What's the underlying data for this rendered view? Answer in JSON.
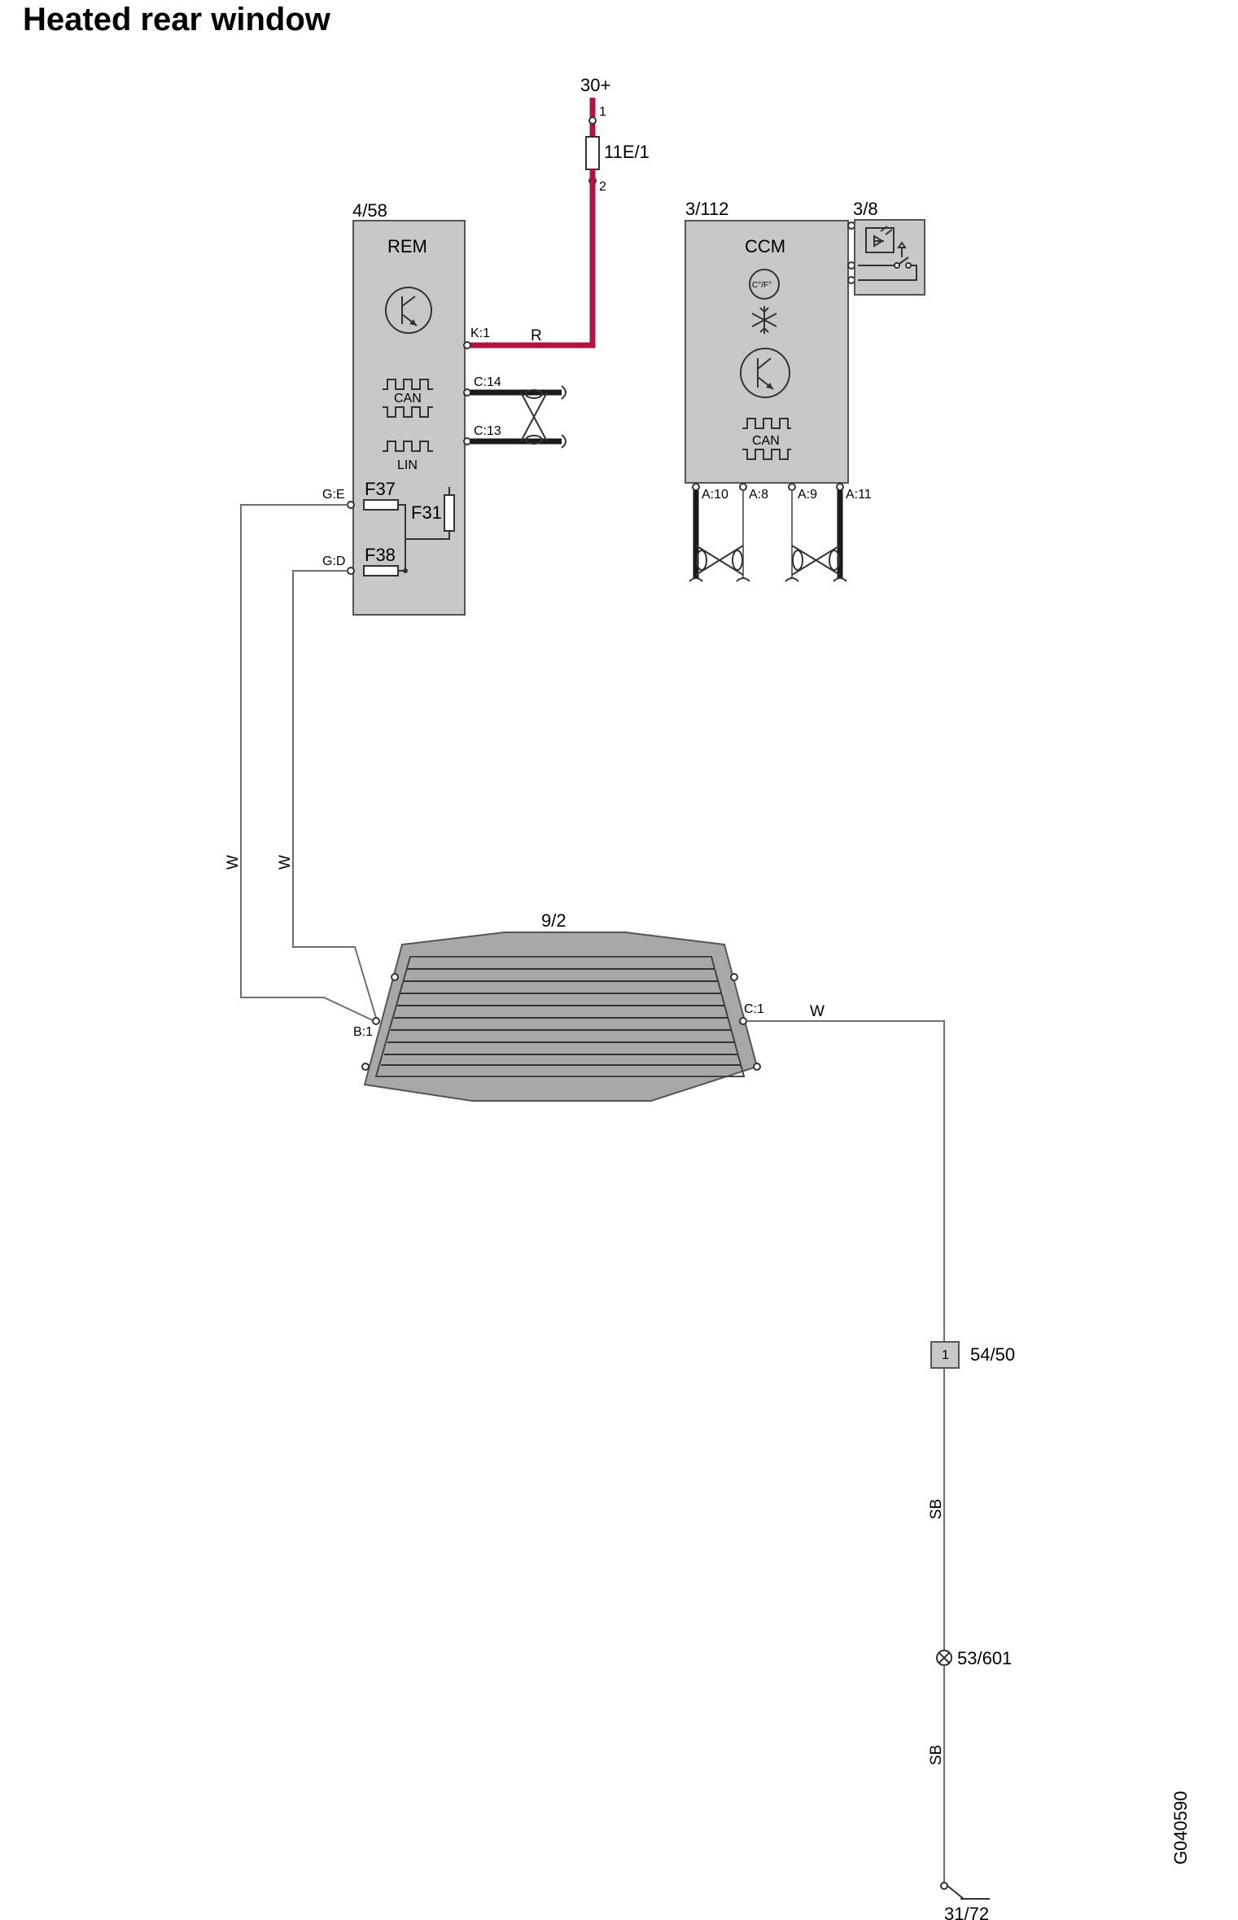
{
  "title": "Heated rear window",
  "drawing_id": "G040590",
  "supply": {
    "label": "30+",
    "fuse": "11E/1",
    "pin_top": "1",
    "pin_bottom": "2"
  },
  "rem": {
    "id": "4/58",
    "name": "REM",
    "pins": {
      "k1": "K:1",
      "c14": "C:14",
      "c13": "C:13",
      "ge": "G:E",
      "gd": "G:D"
    },
    "bus_can": "CAN",
    "bus_lin": "LIN",
    "fuses": {
      "f37": "F37",
      "f38": "F38",
      "f31": "F31"
    }
  },
  "ccm": {
    "id": "3/112",
    "name": "CCM",
    "temp_unit": "C°/F°",
    "bus_can": "CAN",
    "pins": {
      "a10": "A:10",
      "a8": "A:8",
      "a9": "A:9",
      "a11": "A:11"
    }
  },
  "switch": {
    "id": "3/8"
  },
  "window": {
    "id": "9/2",
    "pins": {
      "b1": "B:1",
      "c1": "C:1"
    }
  },
  "connector": {
    "id": "54/50",
    "pin": "1"
  },
  "splice": {
    "id": "53/601"
  },
  "ground": {
    "id": "31/72"
  },
  "wire_colors": {
    "k1": "R",
    "ge": "W",
    "gd": "W",
    "c1": "W",
    "sb_upper": "SB",
    "sb_lower": "SB"
  },
  "colors": {
    "supply_wire": "#b3143e",
    "module_fill": "#c8c8c8"
  }
}
